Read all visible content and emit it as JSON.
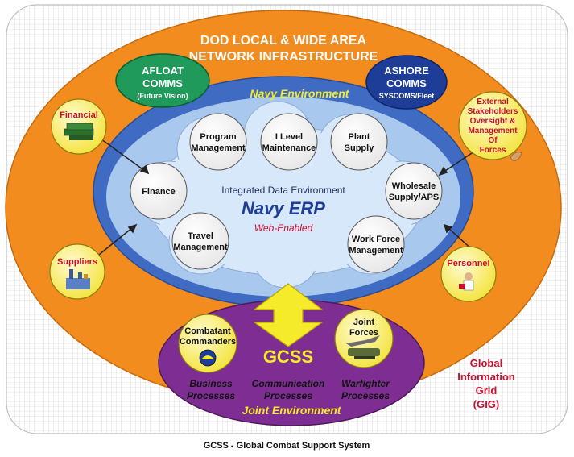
{
  "outer": {
    "title_line1": "DOD LOCAL & WIDE AREA",
    "title_line2": "NETWORK INFRASTRUCTURE",
    "gig_line1": "Global",
    "gig_line2": "Information",
    "gig_line3": "Grid",
    "gig_line4": "(GIG)"
  },
  "afloat": {
    "line1": "AFLOAT",
    "line2": "COMMS",
    "line3": "(Future Vision)"
  },
  "ashore": {
    "line1": "ASHORE",
    "line2": "COMMS",
    "line3": "SYSCOMS/Fleet"
  },
  "navy": {
    "environment": "Navy Environment",
    "ide": "Integrated Data Environment",
    "erp": "Navy ERP",
    "web": "Web-Enabled"
  },
  "modules": {
    "program": [
      "Program",
      "Management"
    ],
    "ilevel": [
      "I Level",
      "Maintenance"
    ],
    "plant": [
      "Plant",
      "Supply"
    ],
    "finance": [
      "Finance"
    ],
    "wholesale": [
      "Wholesale",
      "Supply/APS"
    ],
    "travel": [
      "Travel",
      "Management"
    ],
    "workforce": [
      "Work Force",
      "Management"
    ]
  },
  "stakeholders": {
    "financial": "Financial",
    "suppliers": "Suppliers",
    "personnel": "Personnel",
    "external": [
      "External",
      "Stakeholders",
      "Oversight &",
      "Management",
      "Of",
      "Forces"
    ]
  },
  "joint": {
    "gcss": "GCSS",
    "environment": "Joint Environment",
    "combatant": [
      "Combatant",
      "Commanders"
    ],
    "forces": [
      "Joint",
      "Forces"
    ],
    "business": [
      "Business",
      "Processes"
    ],
    "communication": [
      "Communication",
      "Processes"
    ],
    "warfighter": [
      "Warfighter",
      "Processes"
    ]
  },
  "caption": "GCSS - Global Combat Support System",
  "colors": {
    "orange": "#f28c1e",
    "blue_ring": "#3f6cc2",
    "light_blue": "#a9c8ee",
    "cloud": "#d8e8fb",
    "purple": "#7e2e92",
    "green": "#1f9a5a",
    "navy": "#1d3d98",
    "yellow": "#f6eb2a",
    "red_text": "#c8102e"
  }
}
